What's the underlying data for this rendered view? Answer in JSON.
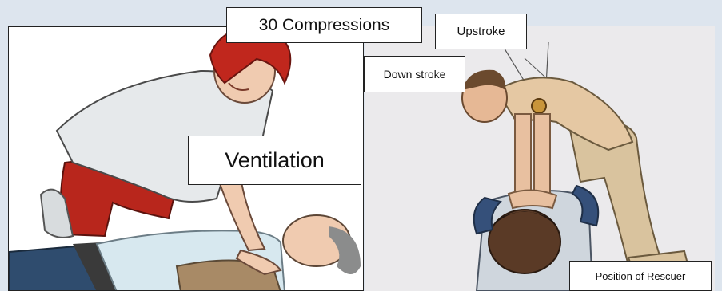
{
  "labels": {
    "compressions": "30 Compressions",
    "upstroke": "Upstroke",
    "downstroke": "Down stroke",
    "ventilation": "Ventilation",
    "position": "Position of Rescuer"
  },
  "colors": {
    "background": "#dde5ee",
    "rescuer_hair": "#c0271d",
    "rescuer_pants": "#b8261c",
    "victim_shirt": "#d7e8ef",
    "victim_jeans": "#2f4c6e",
    "tan_pants": "#d9c39e",
    "label_border": "#222222"
  }
}
